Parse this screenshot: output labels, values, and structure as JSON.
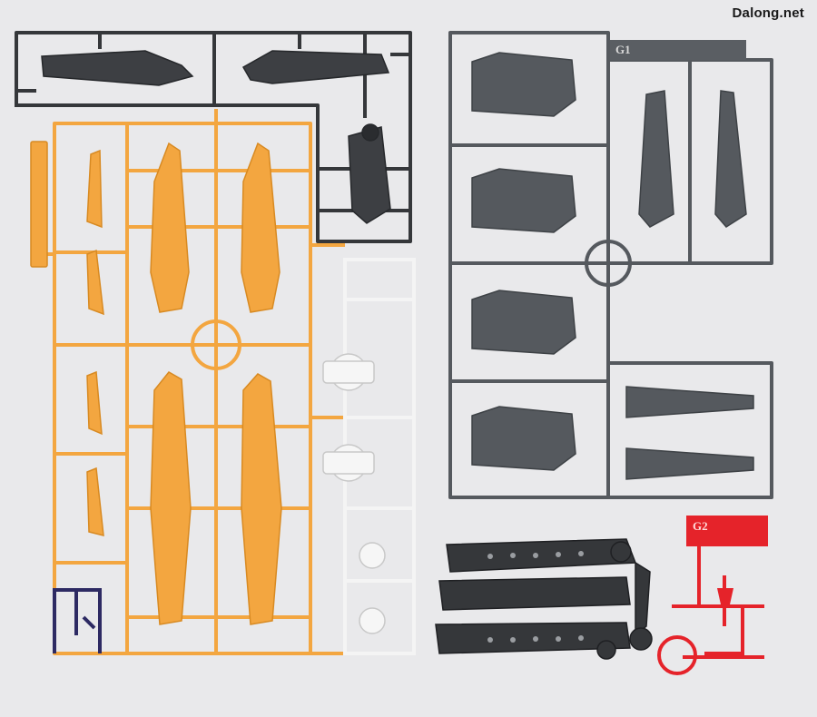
{
  "watermark": "Dalong.net",
  "tags": {
    "g1": "G1",
    "g2": "G2"
  },
  "colors": {
    "background": "#e9e9eb",
    "orange": "#f3a640",
    "orange_dark": "#d88a22",
    "gray": "#55595e",
    "gray_dark": "#3e4246",
    "black": "#35373a",
    "white": "#f4f4f4",
    "red": "#e5232a",
    "navy": "#2d2a63"
  },
  "sprues": [
    {
      "name": "orange-runner",
      "color": "orange"
    },
    {
      "name": "black-top-runner",
      "color": "black"
    },
    {
      "name": "gray-g1-runner",
      "color": "gray"
    },
    {
      "name": "white-joint-runner",
      "color": "white"
    },
    {
      "name": "black-frame-parts",
      "color": "black"
    },
    {
      "name": "red-g2-runner",
      "color": "red"
    },
    {
      "name": "navy-small-runner",
      "color": "navy"
    }
  ]
}
